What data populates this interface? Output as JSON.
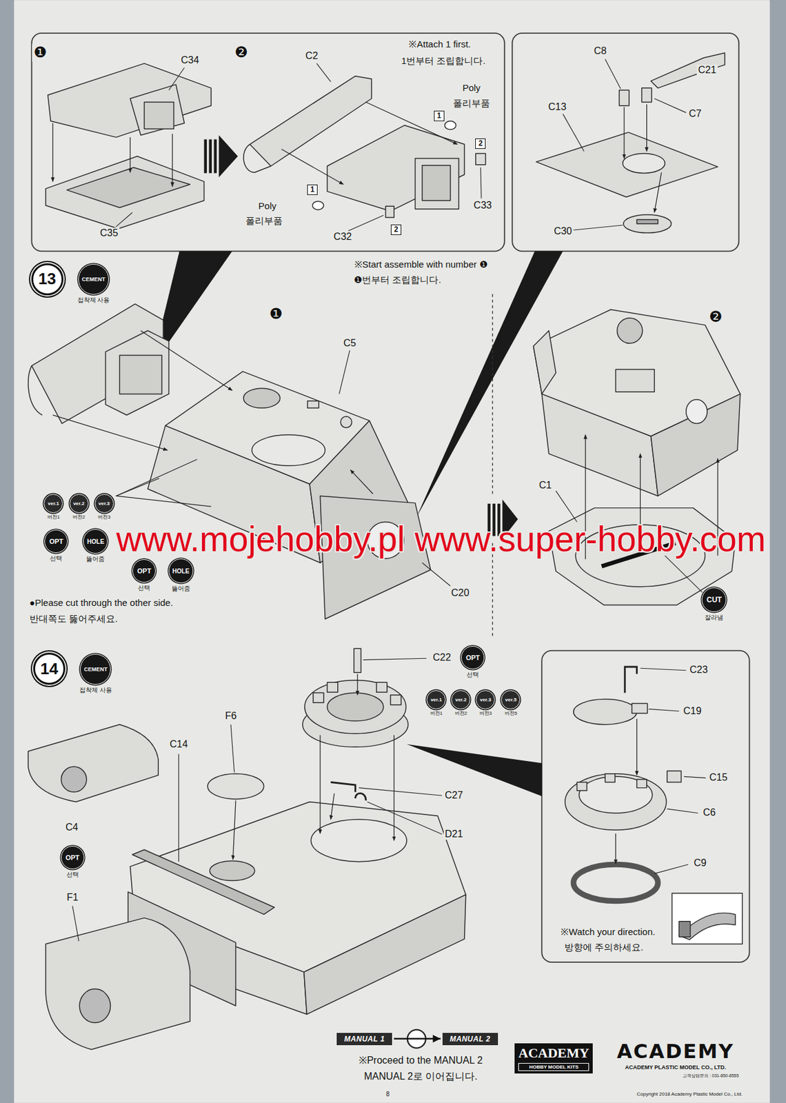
{
  "diagram": {
    "nodes": [
      {
        "text": [
          "1"
        ]
      },
      {
        "text": [
          "2"
        ]
      },
      {
        "text": [
          "1"
        ]
      },
      {
        "text": [
          "2"
        ]
      },
      {
        "text": [
          "13"
        ]
      },
      {
        "text": [
          "CEMENT",
          "접착제 사용"
        ]
      },
      {
        "text": [
          "ver.1",
          "버전1"
        ]
      },
      {
        "text": [
          "ver.2",
          "버전2"
        ]
      },
      {
        "text": [
          "ver.3",
          "버전3"
        ]
      },
      {
        "text": [
          "OPT",
          "선택"
        ]
      },
      {
        "text": [
          "HOLE",
          "뚫어줌"
        ]
      },
      {
        "text": [
          "OPT",
          "선택"
        ]
      },
      {
        "text": [
          "HOLE",
          "뚫어줌"
        ]
      },
      {
        "text": [
          "CUT",
          "잘라냄"
        ]
      },
      {
        "text": [
          "14"
        ]
      },
      {
        "text": [
          "CEMENT",
          "접착제 사용"
        ]
      },
      {
        "text": [
          "OPT",
          "선택"
        ]
      },
      {
        "text": [
          "ver.1",
          "버전1"
        ]
      },
      {
        "text": [
          "ver.2",
          "버전2"
        ]
      },
      {
        "text": [
          "ver.3",
          "버전3"
        ]
      },
      {
        "text": [
          "ver.5",
          "버전5"
        ]
      },
      {
        "text": [
          "OPT",
          "선택"
        ]
      },
      {
        "text": [
          "MANUAL 1"
        ]
      },
      {
        "text": [
          "MANUAL 2"
        ]
      },
      {
        "text": [
          "ACADEMY",
          "HOBBY MODEL KITS"
        ]
      }
    ],
    "edges": [
      {
        "from": 22,
        "to": 23,
        "arrow": "to"
      }
    ],
    "labels": [
      "❶",
      "C34",
      "C35",
      "❷",
      "C2",
      "※Attach 1 first.",
      "1번부터 조립합니다.",
      "Poly",
      "폴리부품",
      "C33",
      "Poly",
      "폴리부품",
      "C32",
      "C8",
      "C21",
      "C13",
      "C7",
      "C30",
      "※Start assemble with number ❶",
      "❶번부터 조립합니다.",
      "❶",
      "C5",
      "❷",
      "C1",
      "www.mojehobby.pl www.super-hobby.com",
      "C20",
      "●Please cut through the other side.",
      "반대쪽도 뚫어주세요.",
      "C22",
      "F6",
      "C14",
      "C27",
      "D21",
      "C4",
      "F1",
      "C23",
      "C19",
      "C15",
      "C6",
      "C9",
      "※Watch your direction.",
      "방향에 주의하세요.",
      "※Proceed to the MANUAL 2",
      "MANUAL 2로 이어집니다.",
      "ACADEMY",
      "ACADEMY PLASTIC MODEL CO., LTD.",
      "고객상담문의 : 031-850-8555",
      "8",
      "Copyright 2018 Academy Plastic Model Co., Ltd."
    ]
  }
}
